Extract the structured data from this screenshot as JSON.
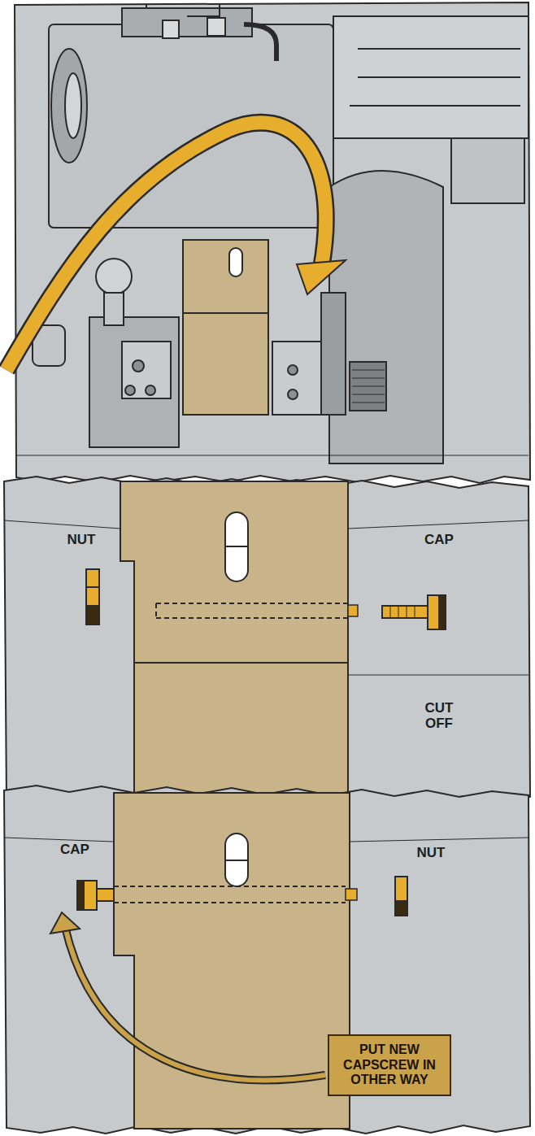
{
  "diagram": {
    "nodes": [
      {
        "text": [
          "PUT NEW CAPSCREW IN OTHER WAY"
        ]
      }
    ],
    "labels": [
      "NUT",
      "CAP",
      "CUT OFF",
      "CAP",
      "NUT"
    ]
  }
}
